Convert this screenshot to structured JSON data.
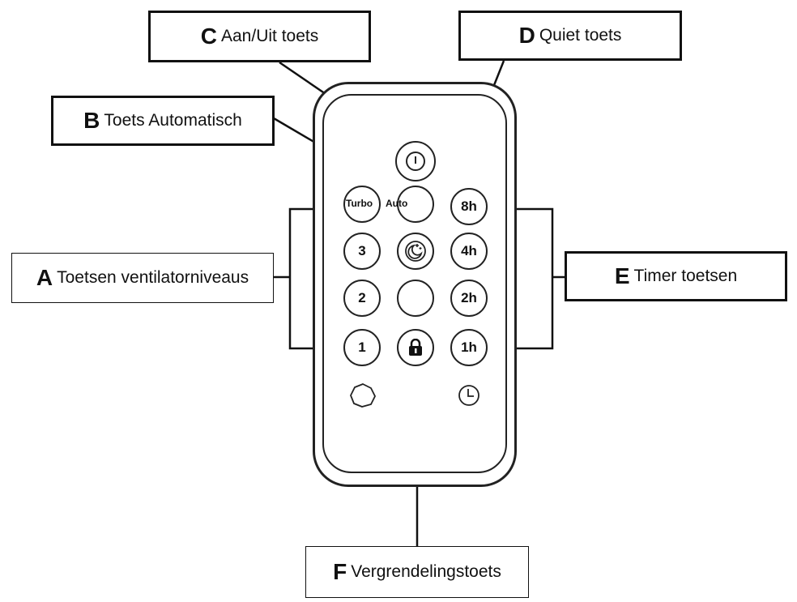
{
  "callouts": {
    "a": {
      "letter": "A",
      "text": "Toetsen ventilatorniveaus"
    },
    "b": {
      "letter": "B",
      "text": "Toets Automatisch"
    },
    "c": {
      "letter": "C",
      "text": "Aan/Uit toets"
    },
    "d": {
      "letter": "D",
      "text": "Quiet toets"
    },
    "e": {
      "letter": "E",
      "text": "Timer toetsen"
    },
    "f": {
      "letter": "F",
      "text": "Vergrendelingstoets"
    }
  },
  "remote": {
    "turbo_label": "Turbo",
    "auto_label": "Auto",
    "fan_levels": [
      "3",
      "2",
      "1"
    ],
    "timers": [
      "8h",
      "4h",
      "2h",
      "1h"
    ]
  },
  "icons": {
    "power": "power-icon",
    "quiet": "moon-stars-icon",
    "lock": "lock-icon",
    "fan": "fan-icon",
    "timer": "clock-icon"
  }
}
